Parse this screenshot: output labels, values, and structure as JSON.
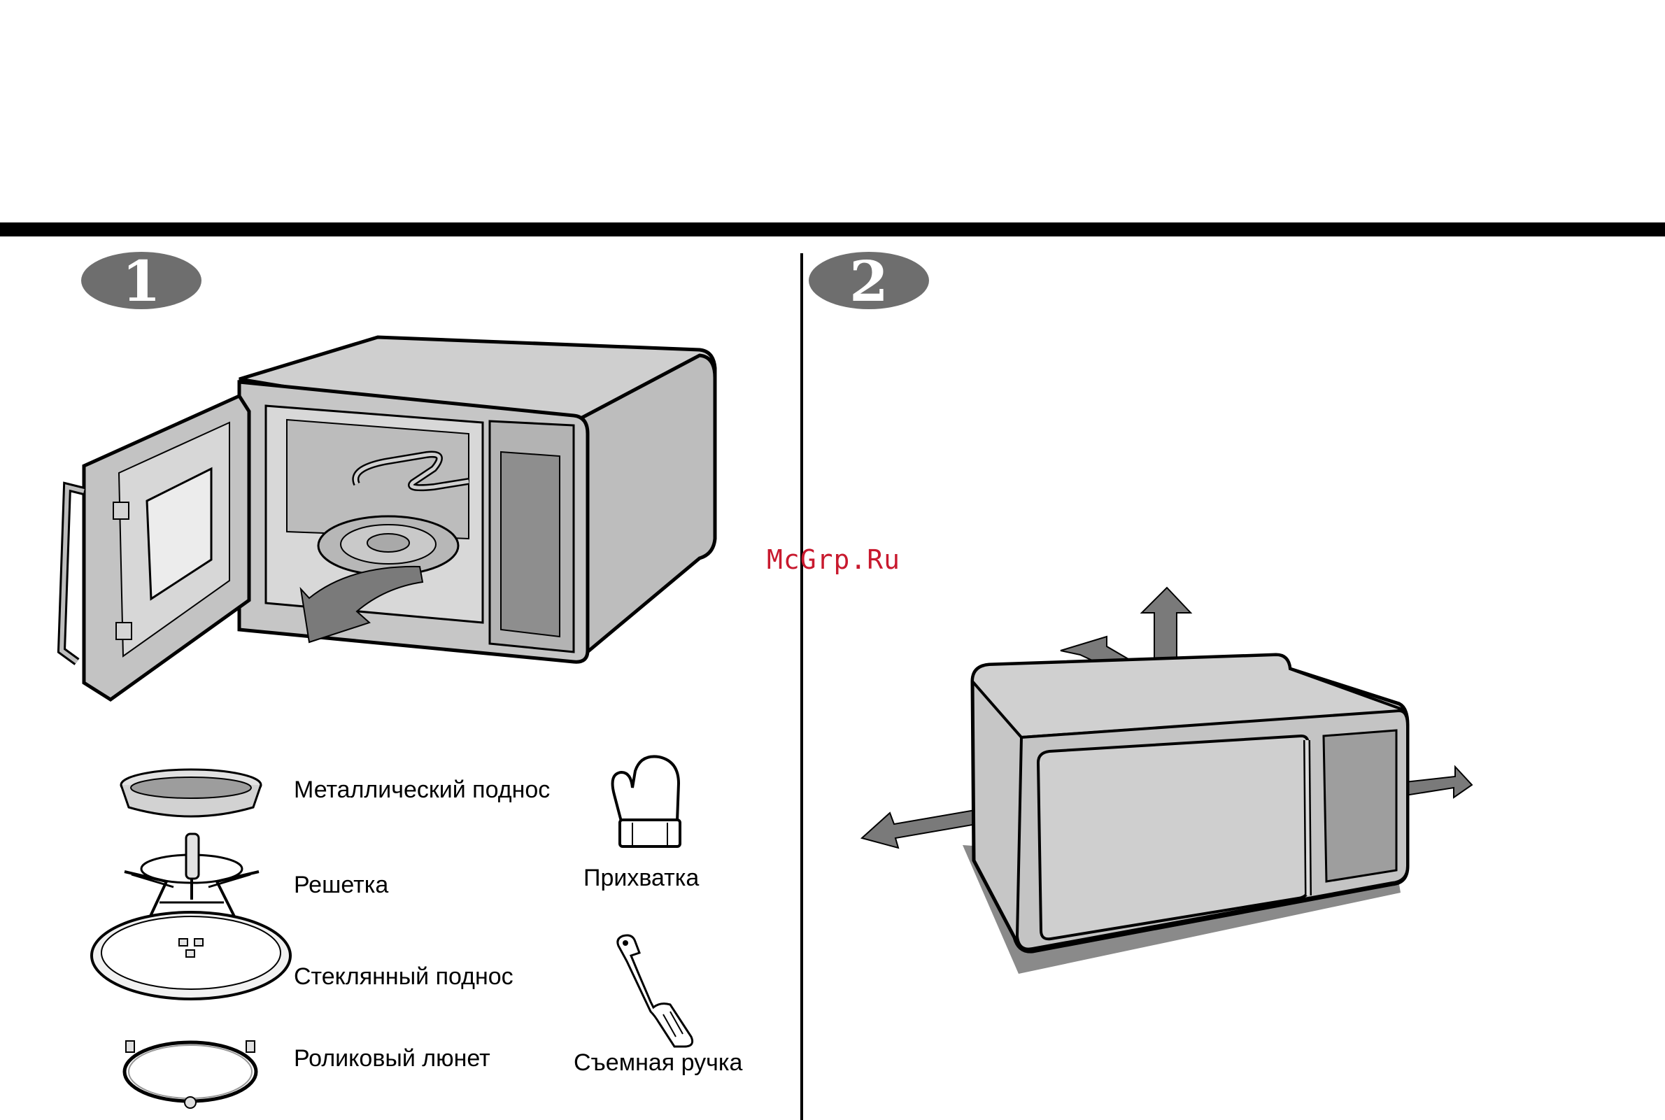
{
  "steps": [
    {
      "number": "1",
      "icon": "step-number-badge"
    },
    {
      "number": "2",
      "icon": "step-number-badge"
    }
  ],
  "accessories": {
    "metal_tray": "Металлический поднос",
    "rack": "Решетка",
    "glass_tray": "Стеклянный поднос",
    "roller_ring": "Роликовый люнет",
    "oven_mitt": "Прихватка",
    "removable_handle": "Съемная ручка"
  },
  "watermark": "McGrp.Ru",
  "colors": {
    "oven_body": "#c6c6c6",
    "oven_dark": "#9a9a9a",
    "badge": "#6e6e6e",
    "arrow": "#7a7a7a",
    "shadow": "#8a8a8a",
    "watermark": "#c8192e"
  }
}
